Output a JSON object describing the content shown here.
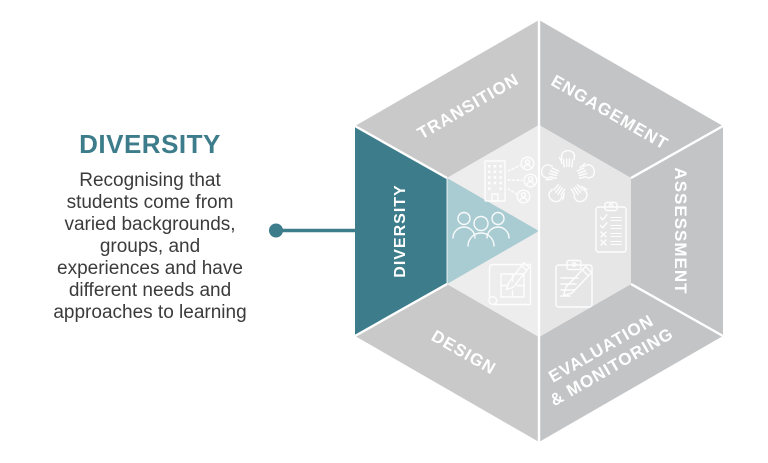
{
  "panel": {
    "title": "DIVERSITY",
    "description_lines": [
      "Recognising that",
      "students come from",
      "varied backgrounds,",
      "groups, and",
      "experiences and have",
      "different needs and",
      "approaches to learning"
    ]
  },
  "hexagon": {
    "highlighted_segment": "DIVERSITY",
    "segments": [
      {
        "id": "diversity",
        "label": "DIVERSITY",
        "highlighted": true,
        "icon": "people-group-icon"
      },
      {
        "id": "transition",
        "label": "TRANSITION",
        "highlighted": false,
        "icon": "building-network-icon"
      },
      {
        "id": "engagement",
        "label": "ENGAGEMENT",
        "highlighted": false,
        "icon": "hands-together-icon"
      },
      {
        "id": "assessment",
        "label": "ASSESSMENT",
        "highlighted": false,
        "icon": "checklist-clipboard-icon"
      },
      {
        "id": "evaluation_monitoring",
        "label_line1": "EVALUATION",
        "label_line2": "& MONITORING",
        "highlighted": false,
        "icon": "clipboard-pencil-icon"
      },
      {
        "id": "design",
        "label": "DESIGN",
        "highlighted": false,
        "icon": "blueprint-pencil-icon"
      }
    ]
  },
  "colors": {
    "teal_dark": "#3D7C8B",
    "teal_light": "#A9CBD2",
    "ring_gray_left": "#C9C9CA",
    "ring_gray_right": "#C3C4C5",
    "inner_gray_left": "#EDEDED",
    "inner_gray_right": "#E6E6E7",
    "label_white": "#FFFFFF",
    "body_text": "#3B3B3B"
  }
}
